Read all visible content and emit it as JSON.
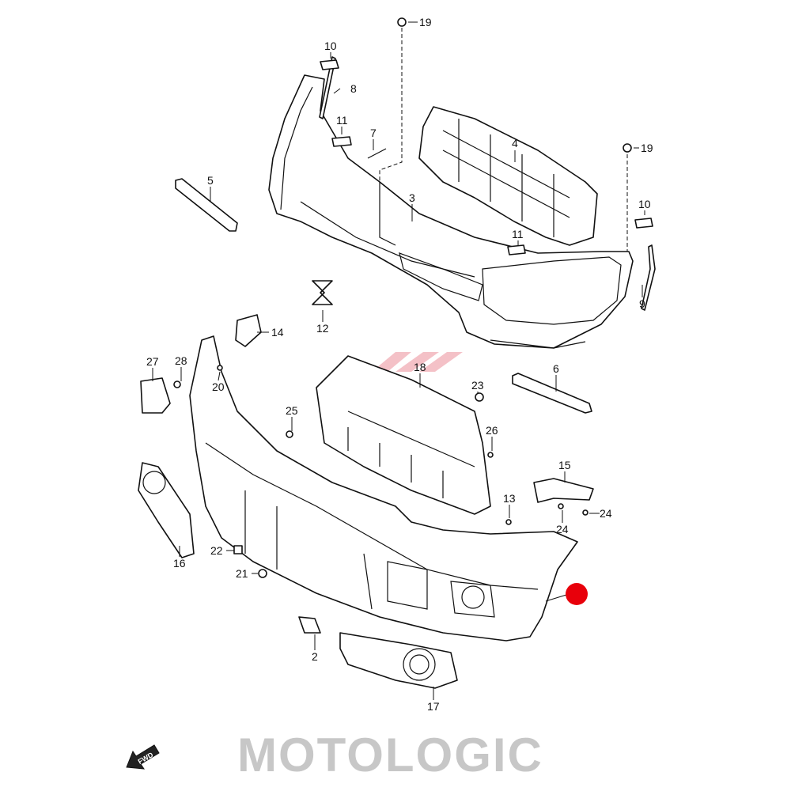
{
  "callouts": {
    "c10a": "10",
    "c8": "8",
    "c19a": "19",
    "c11a": "11",
    "c7": "7",
    "c4": "4",
    "c19b": "19",
    "c5": "5",
    "c3": "3",
    "c10b": "10",
    "c11b": "11",
    "c9": "9",
    "c12": "12",
    "c14": "14",
    "c27": "27",
    "c28": "28",
    "c18": "18",
    "c6": "6",
    "c23": "23",
    "c20": "20",
    "c25": "25",
    "c26": "26",
    "c15": "15",
    "c13": "13",
    "c24a": "24",
    "c24b": "24",
    "c16": "16",
    "c22": "22",
    "c21": "21",
    "c2": "2",
    "c17": "17"
  },
  "watermark": "MOTOLOGIC",
  "fwd_label": "FWD",
  "colors": {
    "marker": "#e8000b",
    "watermark_logo": "#e05060"
  }
}
